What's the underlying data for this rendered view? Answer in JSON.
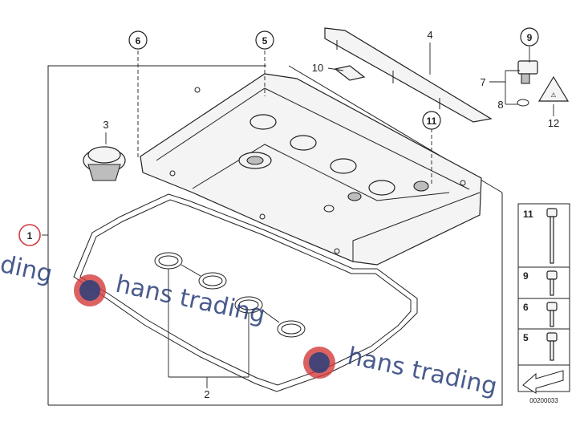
{
  "callouts": {
    "c1": "1",
    "c2": "2",
    "c3": "3",
    "c4": "4",
    "c5": "5",
    "c6": "6",
    "c7": "7",
    "c8": "8",
    "c9": "9",
    "c10": "10",
    "c11": "11",
    "c12": "12"
  },
  "legend_panel": {
    "items": [
      {
        "label": "11"
      },
      {
        "label": "9"
      },
      {
        "label": "6"
      },
      {
        "label": "5"
      }
    ],
    "code": "00200033"
  },
  "watermark": {
    "text_left": "ding",
    "text_mid": "hans trading",
    "text_right": "hans trading",
    "color": "#2a3f7a",
    "accent": "#d33a3a"
  },
  "colors": {
    "line": "#222222",
    "highlight_circle": "#d33a3a"
  }
}
